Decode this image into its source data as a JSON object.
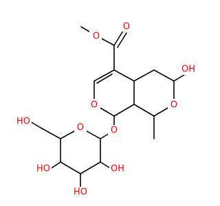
{
  "colors": {
    "background": "#ffffff",
    "bond": "#000000",
    "oxygen": "#ff0000"
  },
  "labels": {
    "o_carbonyl": "O",
    "o_ester": "O",
    "o_ring_left": "O",
    "o_ring_right": "O",
    "oh_top_right": "OH",
    "o_glycosidic": "O",
    "o_sugar_ring": "O",
    "oh_ch2": "HO",
    "oh_sugar_left": "HO",
    "oh_sugar_right": "OH",
    "oh_sugar_bottom": "HO"
  }
}
